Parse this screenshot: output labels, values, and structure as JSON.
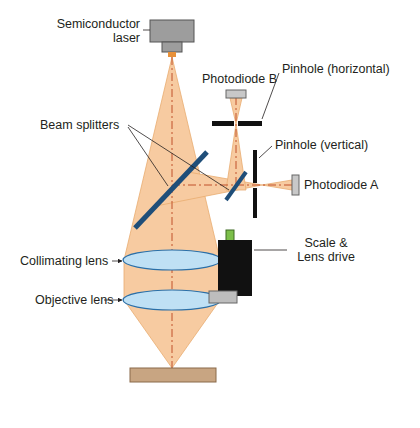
{
  "diagram": {
    "labels": [
      "Semiconductor laser",
      "Photodiode B",
      "Pinhole (horizontal)",
      "Beam splitters",
      "Pinhole (vertical)",
      "Photodiode A",
      "Collimating lens",
      "Scale & Lens drive",
      "Objective lens"
    ]
  }
}
